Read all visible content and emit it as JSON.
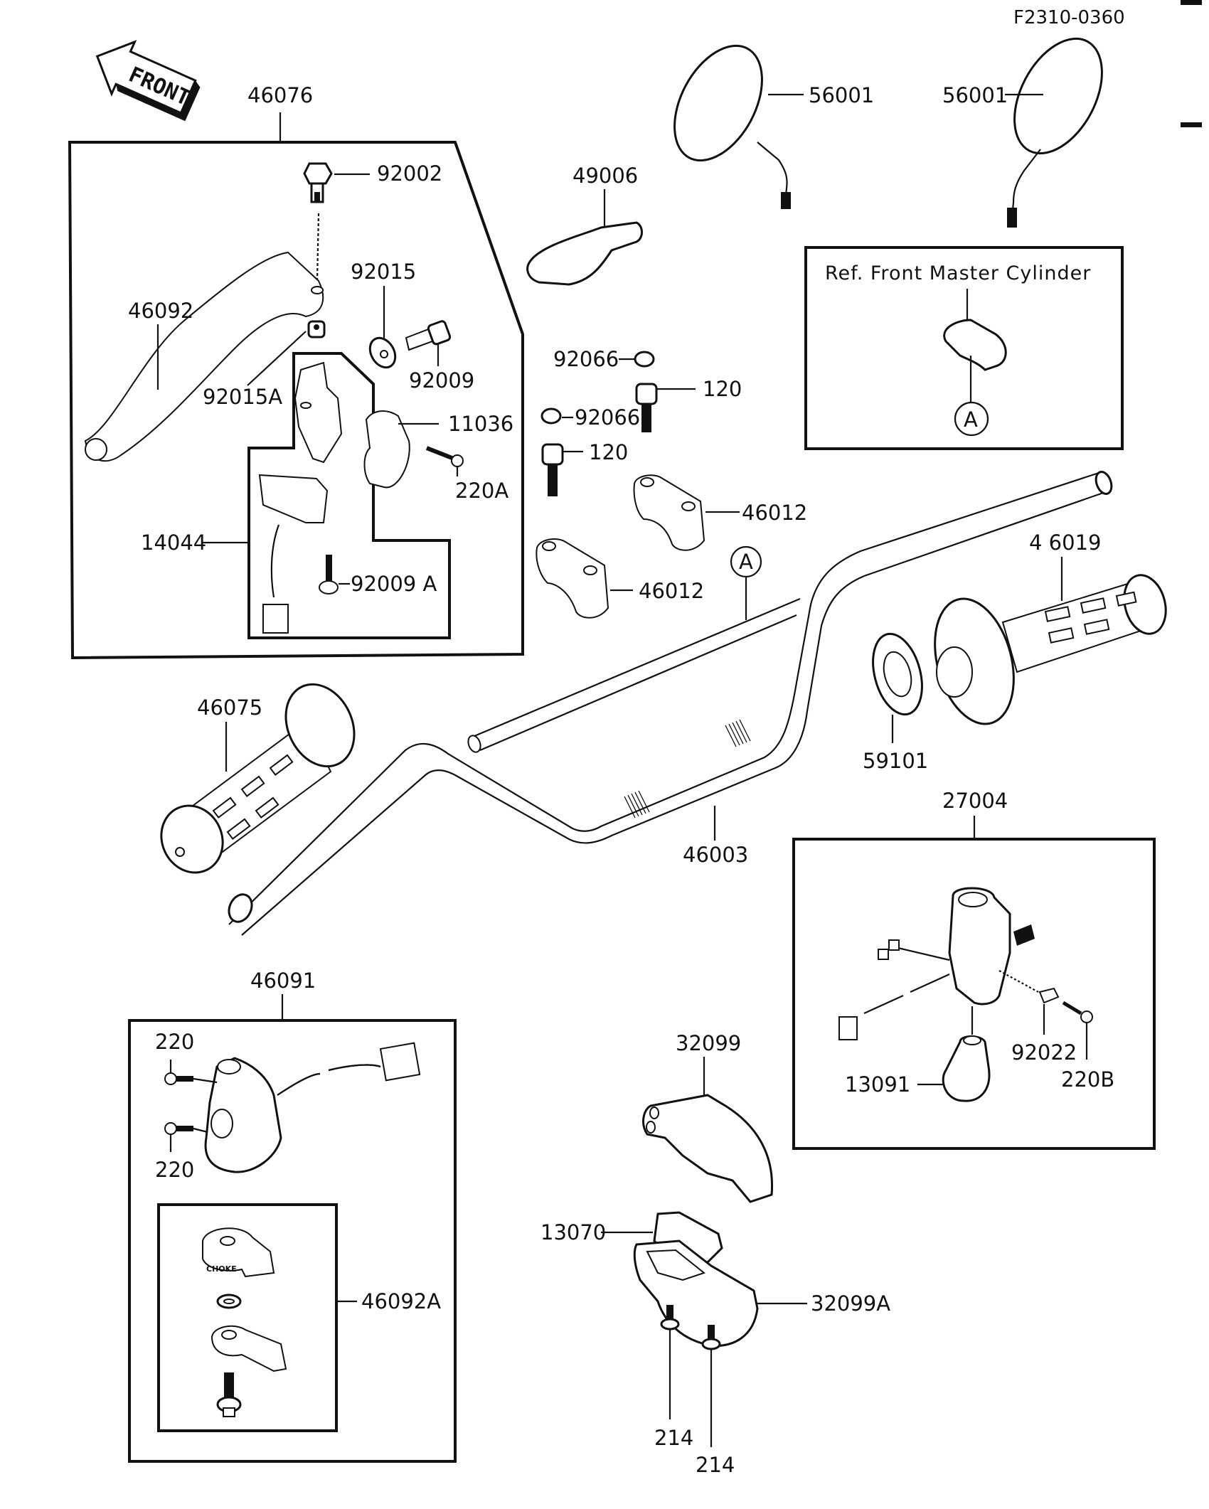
{
  "diagram": {
    "code": "F2310-0360",
    "front_arrow_label": "FRONT",
    "reference_box_title": "Ref. Front Master Cylinder",
    "reference_marker": "A",
    "handlebar_marker": "A",
    "callouts": {
      "p46076": "46076",
      "p92002": "92002",
      "p92015": "92015",
      "p46092": "46092",
      "p92015A": "92015A",
      "p92009": "92009",
      "p11036": "11036",
      "p220A": "220A",
      "p14044": "14044",
      "p92009A": "92009 A",
      "p49006": "49006",
      "p56001_left": "56001",
      "p56001_right": "56001",
      "p92066_top": "92066",
      "p120_top": "120",
      "p92066_bottom": "92066",
      "p120_bottom": "120",
      "p46012_upper": "46012",
      "p46012_lower": "46012",
      "p46019": "4 6019",
      "p46075": "46075",
      "p59101": "59101",
      "p46003": "46003",
      "p27004": "27004",
      "p92022": "92022",
      "p220B": "220B",
      "p13091": "13091",
      "p46091": "46091",
      "p220_top": "220",
      "p220_bottom": "220",
      "p46092A": "46092A",
      "p32099": "32099",
      "p13070": "13070",
      "p32099A": "32099A",
      "p214_left": "214",
      "p214_right": "214"
    },
    "choke_marking": "CHOKE"
  }
}
